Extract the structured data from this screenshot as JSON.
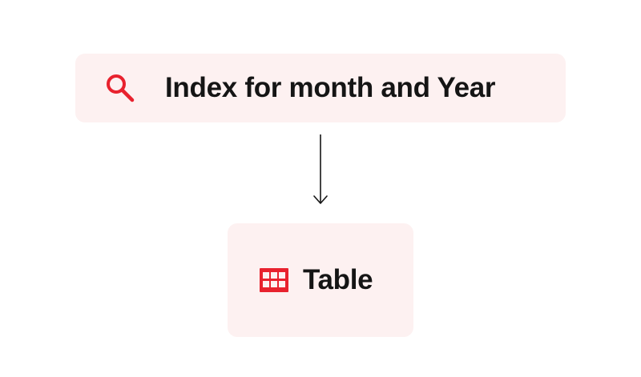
{
  "diagram": {
    "nodes": [
      {
        "id": "index",
        "label": "Index for month and Year",
        "icon": "search-icon"
      },
      {
        "id": "table",
        "label": "Table",
        "icon": "table-icon"
      }
    ],
    "edges": [
      {
        "from": "index",
        "to": "table"
      }
    ]
  },
  "colors": {
    "accent": "#e8222e",
    "node_background": "#fdf1f1",
    "text": "#151515",
    "connector": "#151515"
  }
}
